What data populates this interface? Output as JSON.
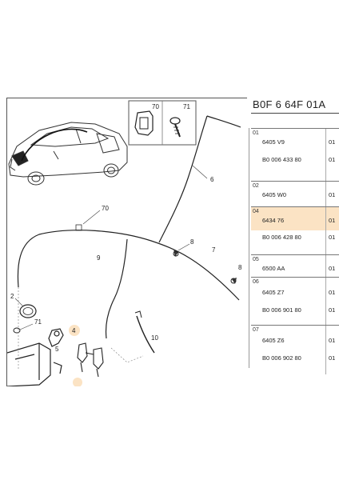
{
  "reference_code": "B0F 6 64F 01A",
  "table_rows": [
    {
      "index": "01",
      "part": "6405 V9",
      "part_qty": "01",
      "alt": "B0 006 433 80",
      "alt_qty": "01",
      "highlight": false
    },
    {
      "index": "02",
      "part": "6405 W0",
      "part_qty": "01",
      "alt": "",
      "alt_qty": "",
      "highlight": false
    },
    {
      "index": "04",
      "part": "6434 76",
      "part_qty": "01",
      "alt": "B0 006 428 80",
      "alt_qty": "01",
      "highlight": true
    },
    {
      "index": "05",
      "part": "6500 AA",
      "part_qty": "01",
      "alt": "",
      "alt_qty": "",
      "highlight": false
    },
    {
      "index": "06",
      "part": "6405 Z7",
      "part_qty": "01",
      "alt": "B0 006 901 80",
      "alt_qty": "01",
      "highlight": false
    },
    {
      "index": "07",
      "part": "6405 Z6",
      "part_qty": "01",
      "alt": "B0 006 902 80",
      "alt_qty": "01",
      "highlight": false
    }
  ],
  "callouts": {
    "c70_box": "70",
    "c71_box": "71",
    "c6": "6",
    "c70": "70",
    "c8a": "8",
    "c9": "9",
    "c7": "7",
    "c8b": "8",
    "c2": "2",
    "c71": "71",
    "c5": "5",
    "c4": "4",
    "c10": "10"
  },
  "colors": {
    "highlight": "#fbe3c4",
    "line": "#222222"
  }
}
